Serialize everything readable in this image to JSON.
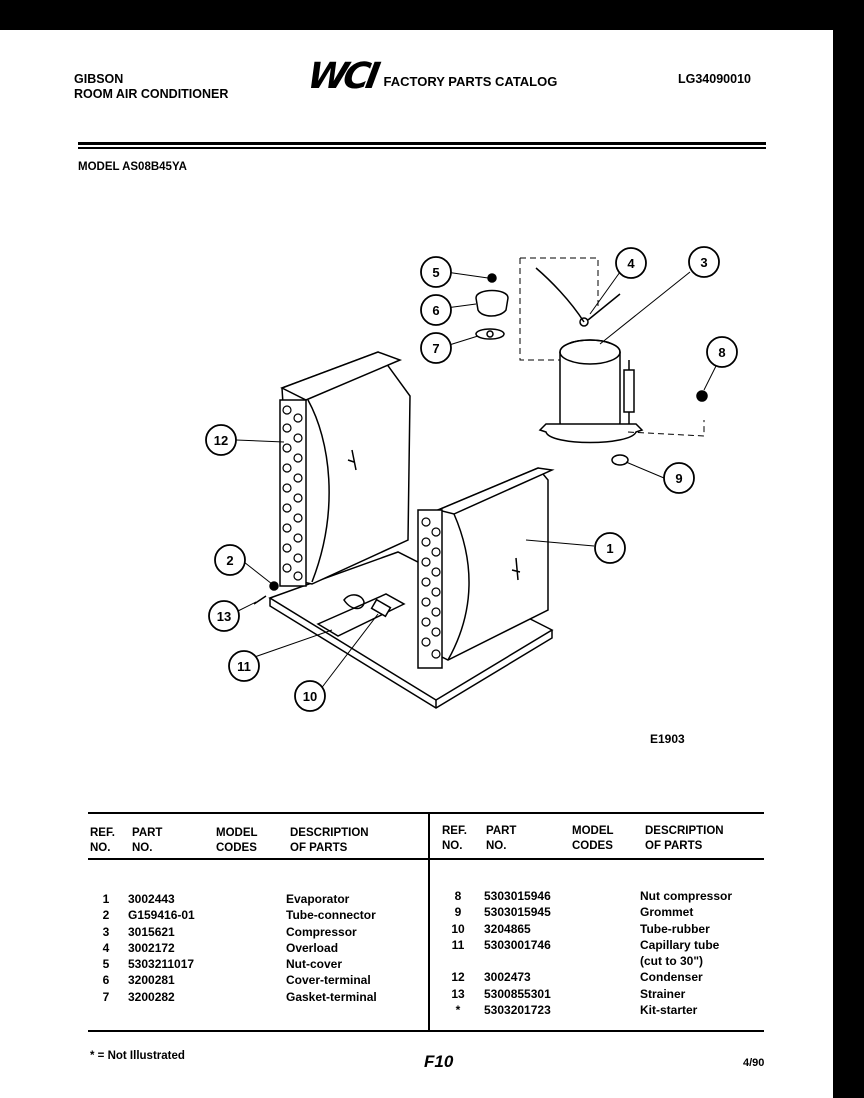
{
  "header": {
    "brand": "GIBSON",
    "product": "ROOM AIR CONDITIONER",
    "logo_text": "WCI",
    "catalog_title": "FACTORY PARTS CATALOG",
    "catalog_number": "LG34090010"
  },
  "model_line": "MODEL AS08B45YA",
  "figure_code": "E1903",
  "diagram_callouts": [
    "1",
    "2",
    "3",
    "4",
    "5",
    "6",
    "7",
    "8",
    "9",
    "10",
    "11",
    "12",
    "13"
  ],
  "table": {
    "headers": {
      "ref_no": [
        "REF.",
        "NO."
      ],
      "part_no": [
        "PART",
        "NO."
      ],
      "model_codes": [
        "MODEL",
        "CODES"
      ],
      "description": [
        "DESCRIPTION",
        "OF PARTS"
      ]
    },
    "left_rows": [
      {
        "ref": "1",
        "part": "3002443",
        "desc": "Evaporator"
      },
      {
        "ref": "2",
        "part": "G159416-01",
        "desc": "Tube-connector"
      },
      {
        "ref": "3",
        "part": "3015621",
        "desc": "Compressor"
      },
      {
        "ref": "4",
        "part": "3002172",
        "desc": "Overload"
      },
      {
        "ref": "5",
        "part": "5303211017",
        "desc": "Nut-cover"
      },
      {
        "ref": "6",
        "part": "3200281",
        "desc": "Cover-terminal"
      },
      {
        "ref": "7",
        "part": "3200282",
        "desc": "Gasket-terminal"
      }
    ],
    "right_rows": [
      {
        "ref": "8",
        "part": "5303015946",
        "desc": "Nut compressor"
      },
      {
        "ref": "9",
        "part": "5303015945",
        "desc": "Grommet"
      },
      {
        "ref": "10",
        "part": "3204865",
        "desc": "Tube-rubber"
      },
      {
        "ref": "11",
        "part": "5303001746",
        "desc": "Capillary tube"
      },
      {
        "ref": "",
        "part": "",
        "desc": "(cut to 30\")"
      },
      {
        "ref": "12",
        "part": "3002473",
        "desc": "Condenser"
      },
      {
        "ref": "13",
        "part": "5300855301",
        "desc": "Strainer"
      },
      {
        "ref": "*",
        "part": "5303201723",
        "desc": "Kit-starter"
      }
    ]
  },
  "footer": {
    "note": "* = Not Illustrated",
    "page": "F10",
    "date": "4/90"
  }
}
